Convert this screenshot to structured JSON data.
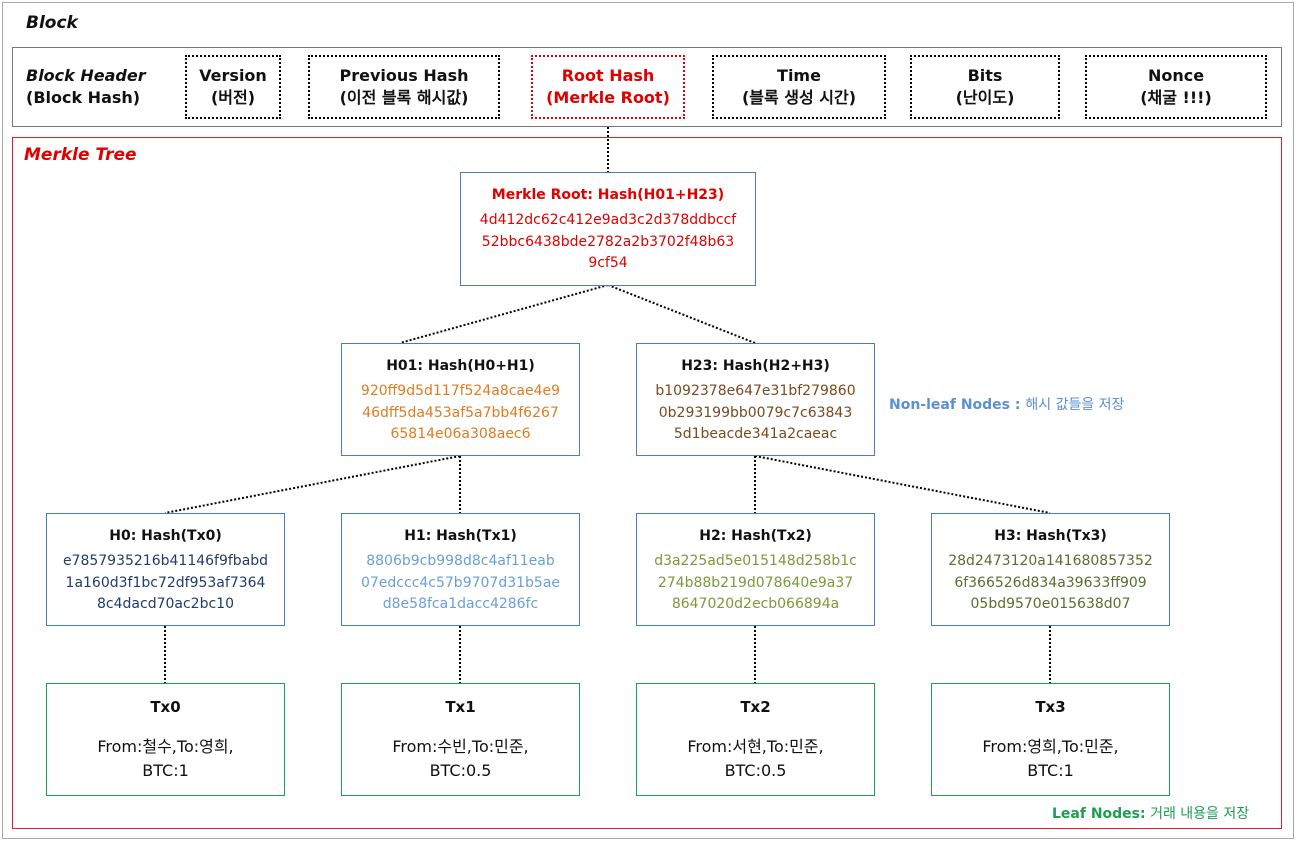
{
  "block": {
    "title": "Block"
  },
  "header": {
    "title": "Block Header",
    "subtitle": "(Block Hash)",
    "fields": [
      {
        "label": "Version",
        "sub": "(버전)"
      },
      {
        "label": "Previous Hash",
        "sub": "(이전 블록 해시값)"
      },
      {
        "label": "Root Hash",
        "sub": "(Merkle Root)"
      },
      {
        "label": "Time",
        "sub": "(블록 생성 시간)"
      },
      {
        "label": "Bits",
        "sub": "(난이도)"
      },
      {
        "label": "Nonce",
        "sub": "(채굴 !!!)"
      }
    ]
  },
  "tree": {
    "title": "Merkle Tree",
    "root": {
      "title": "Merkle Root: Hash(H01+H23)",
      "lines": [
        "4d412dc62c412e9ad3c2d378ddbccf",
        "52bbc6438bde2782a2b3702f48b63",
        "9cf54"
      ]
    },
    "h01": {
      "title": "H01: Hash(H0+H1)",
      "lines": [
        "920ff9d5d117f524a8cae4e9",
        "46dff5da453af5a7bb4f6267",
        "65814e06a308aec6"
      ]
    },
    "h23": {
      "title": "H23: Hash(H2+H3)",
      "lines": [
        "b1092378e647e31bf279860",
        "0b293199bb0079c7c63843",
        "5d1beacde341a2caeac"
      ]
    },
    "h0": {
      "title": "H0: Hash(Tx0)",
      "lines": [
        "e7857935216b41146f9fbabd",
        "1a160d3f1bc72df953af7364",
        "8c4dacd70ac2bc10"
      ]
    },
    "h1": {
      "title": "H1: Hash(Tx1)",
      "lines": [
        "8806b9cb998d8c4af11eab",
        "07edccc4c57b9707d31b5ae",
        "d8e58fca1dacc4286fc"
      ]
    },
    "h2": {
      "title": "H2: Hash(Tx2)",
      "lines": [
        "d3a225ad5e015148d258b1c",
        "274b88b219d078640e9a37",
        "8647020d2ecb066894a"
      ]
    },
    "h3": {
      "title": "H3: Hash(Tx3)",
      "lines": [
        "28d2473120a141680857352",
        "6f366526d834a39633ff909",
        "05bd9570e015638d07"
      ]
    },
    "tx0": {
      "title": "Tx0",
      "lines": [
        "From:철수,To:영희,",
        "BTC:1"
      ]
    },
    "tx1": {
      "title": "Tx1",
      "lines": [
        "From:수빈,To:민준,",
        "BTC:0.5"
      ]
    },
    "tx2": {
      "title": "Tx2",
      "lines": [
        "From:서현,To:민준,",
        "BTC:0.5"
      ]
    },
    "tx3": {
      "title": "Tx3",
      "lines": [
        "From:영희,To:민준,",
        "BTC:1"
      ]
    }
  },
  "notes": {
    "nonleaf_label": "Non-leaf Nodes : ",
    "nonleaf_text": "해시 값들을 저장",
    "leaf_label": "Leaf Nodes:",
    "leaf_text": " 거래 내용을 저장"
  },
  "colors": {
    "root": "#e00000",
    "h01": "#e07b20",
    "h23": "#7a4a1e",
    "h0": "#1f3c6e",
    "h1": "#6a9fd8",
    "h2": "#7a9a3a",
    "h3": "#56702e",
    "hash_border": "#4a7ebb",
    "tx_border": "#1e9e52"
  }
}
